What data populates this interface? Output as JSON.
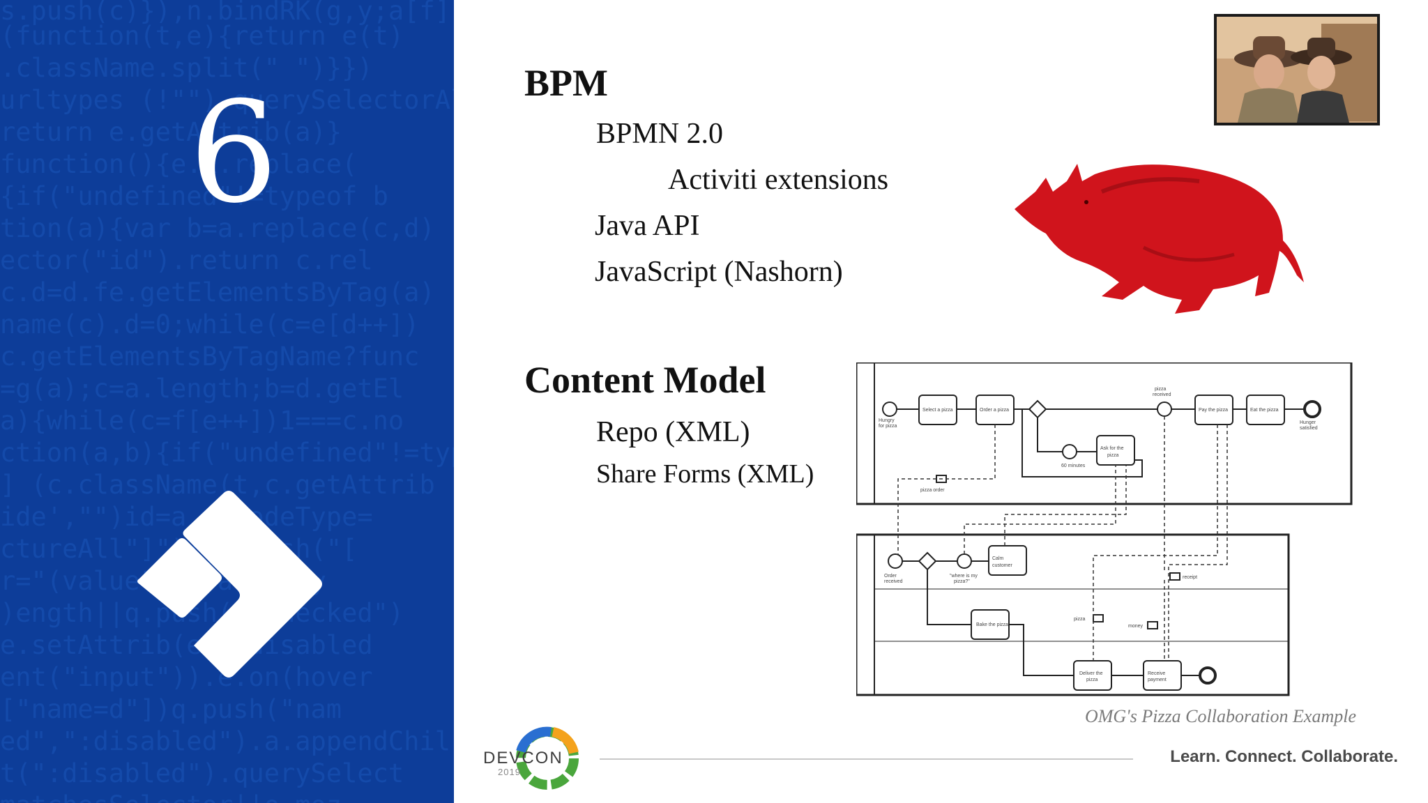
{
  "slide_number": "6",
  "sections": {
    "bpm": {
      "title": "BPM",
      "items": [
        "BPMN 2.0",
        "Activiti extensions",
        "Java API",
        "JavaScript (Nashorn)"
      ]
    },
    "content_model": {
      "title": "Content Model",
      "items": [
        "Repo (XML)",
        "Share Forms (XML)"
      ]
    }
  },
  "diagram_caption": "OMG's Pizza Collaboration Example",
  "footer": {
    "logo_word": "DEVCON",
    "logo_year": "2019",
    "tagline": "Learn. Connect. Collaborate."
  },
  "colors": {
    "left_panel": "#0d3d99",
    "rhino": "#d0141c"
  },
  "icons": [
    "alfresco-logo-icon",
    "rhino-image",
    "video-thumbnail",
    "devcon-gear-logo"
  ]
}
